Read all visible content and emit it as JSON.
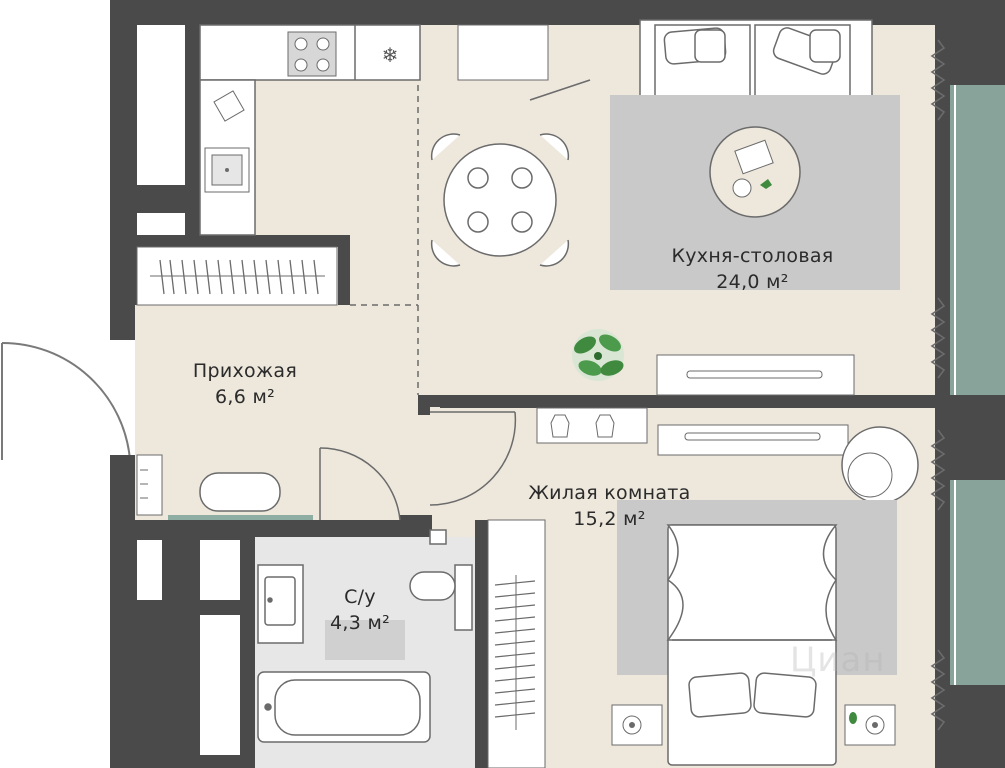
{
  "rooms": {
    "kitchen": {
      "name": "Кухня-столовая",
      "area": "24,0 м²"
    },
    "hallway": {
      "name": "Прихожая",
      "area": "6,6 м²"
    },
    "living": {
      "name": "Жилая комната",
      "area": "15,2 м²"
    },
    "bathroom": {
      "name": "С/у",
      "area": "4,3 м²"
    }
  },
  "watermark": "Циан",
  "colors": {
    "wall": "#4a4a4a",
    "floor": "#ede7dc",
    "bathroom_floor": "#e7e7e7",
    "rug": "#c9c9c9",
    "window": "#8faea3",
    "furniture_stroke": "#6b6b6b",
    "plant": "#3f8a3f"
  }
}
